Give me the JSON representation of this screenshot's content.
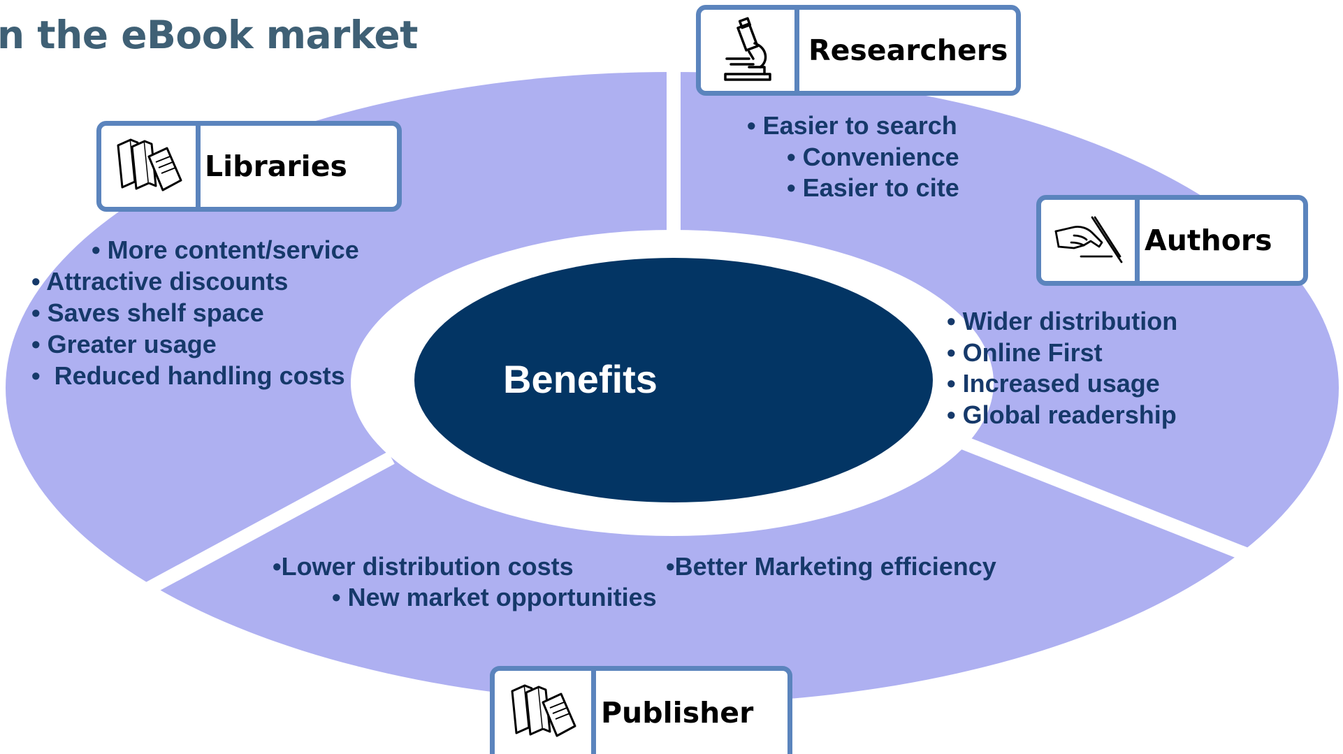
{
  "title": "n the eBook market",
  "center": {
    "label": "Benefits"
  },
  "colors": {
    "ring": "#aeb0f1",
    "center": "#033564",
    "card_border": "#5b84bd",
    "text": "#16396a"
  },
  "groups": {
    "researchers": {
      "label": "Researchers",
      "icon": "microscope-icon",
      "items": [
        "• Easier to search",
        "• Convenience",
        "• Easier to cite"
      ]
    },
    "libraries": {
      "label": "Libraries",
      "icon": "books-icon",
      "items": [
        "• More content/service",
        "• Attractive discounts",
        "• Saves shelf space",
        "• Greater usage",
        "•  Reduced handling costs"
      ]
    },
    "authors": {
      "label": "Authors",
      "icon": "writing-hand-icon",
      "items": [
        "• Wider distribution",
        "• Online First",
        "• Increased usage",
        "• Global readership"
      ]
    },
    "publisher": {
      "label": "Publisher",
      "icon": "books-icon",
      "items": [
        "•Lower distribution costs",
        "•Better Marketing efficiency",
        "• New market opportunities"
      ]
    }
  }
}
